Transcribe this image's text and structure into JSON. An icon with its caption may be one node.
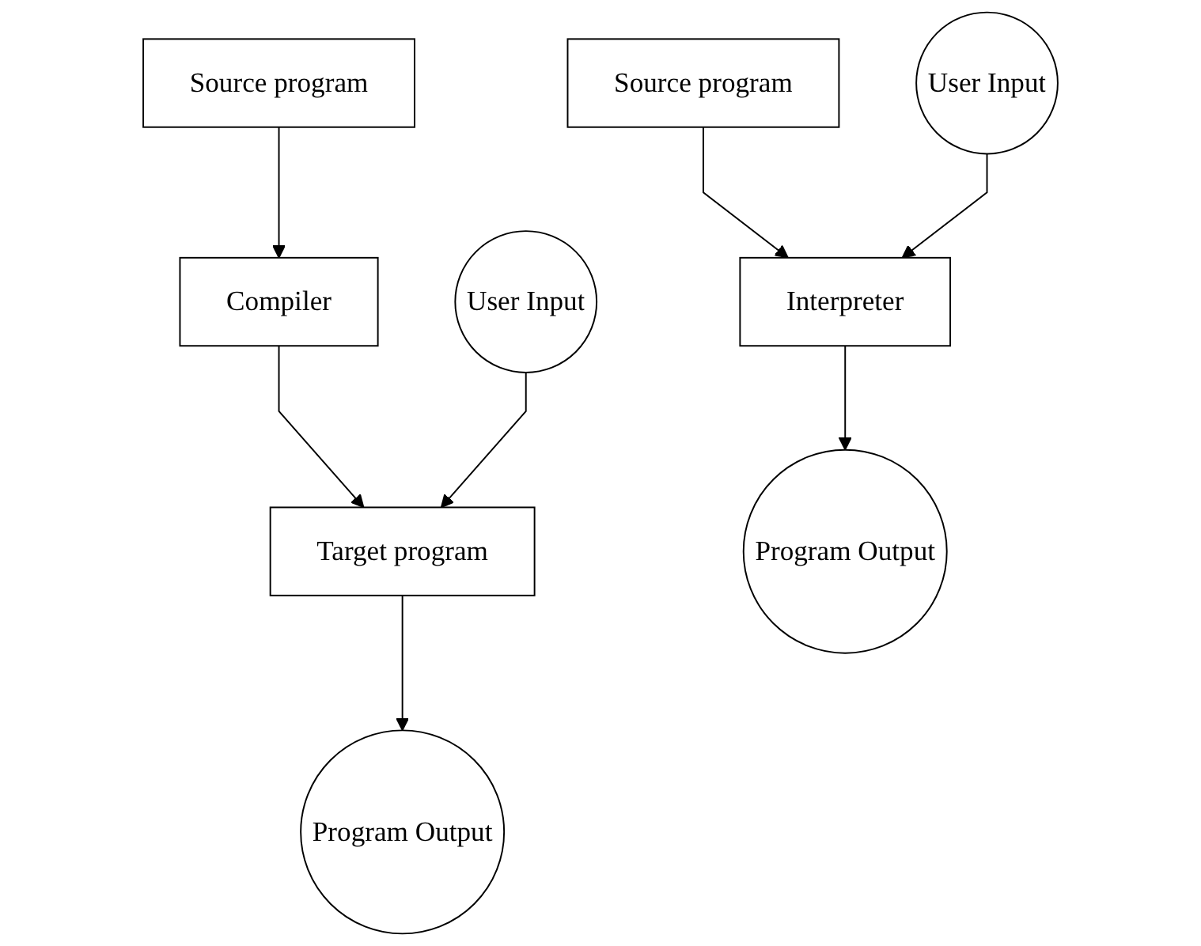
{
  "diagram": {
    "nodes": [
      {
        "text": [
          "Source program"
        ]
      },
      {
        "text": [
          "Compiler"
        ]
      },
      {
        "text": [
          "User Input"
        ]
      },
      {
        "text": [
          "Target program"
        ]
      },
      {
        "text": [
          "Program Output"
        ]
      },
      {
        "text": [
          "Source program"
        ]
      },
      {
        "text": [
          "User Input"
        ]
      },
      {
        "text": [
          "Interpreter"
        ]
      },
      {
        "text": [
          "Program Output"
        ]
      }
    ],
    "edges": [
      {
        "from": 0,
        "to": 1,
        "arrow": "to"
      },
      {
        "from": 1,
        "to": 3,
        "arrow": "to"
      },
      {
        "from": 2,
        "to": 3,
        "arrow": "to"
      },
      {
        "from": 3,
        "to": 4,
        "arrow": "to"
      },
      {
        "from": 5,
        "to": 7,
        "arrow": "to"
      },
      {
        "from": 6,
        "to": 7,
        "arrow": "to"
      },
      {
        "from": 7,
        "to": 8,
        "arrow": "to"
      }
    ]
  }
}
